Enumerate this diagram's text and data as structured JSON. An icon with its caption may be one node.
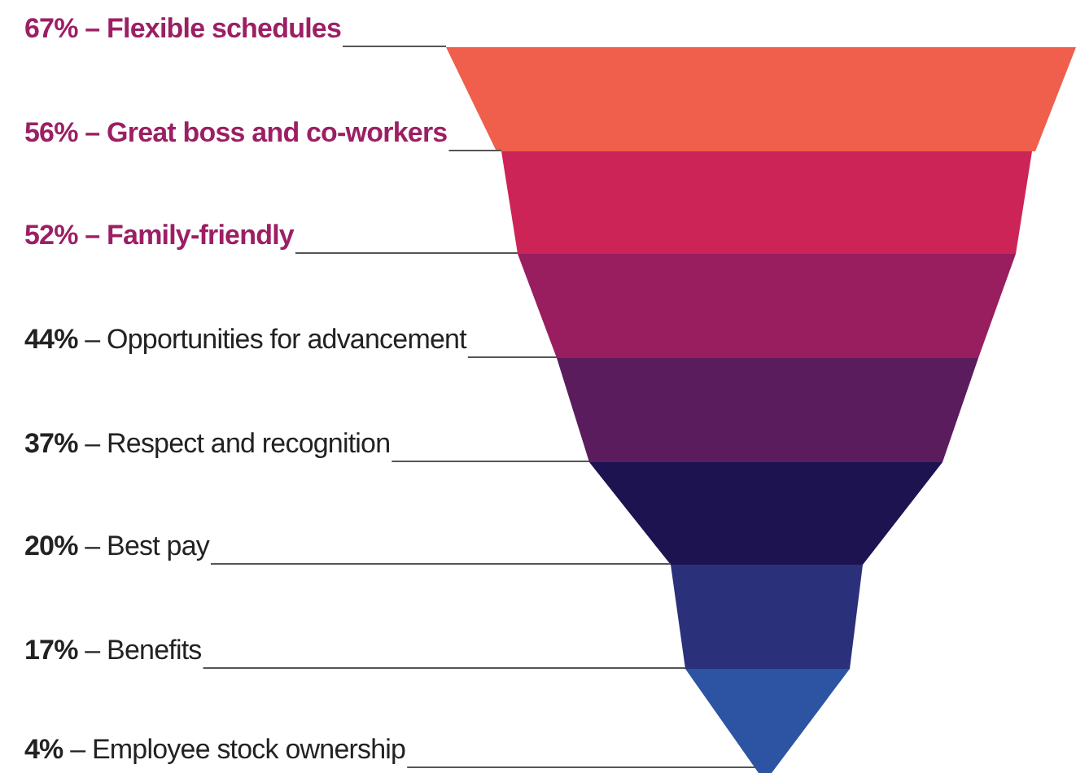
{
  "diagram": {
    "nodes": [
      {
        "text": [
          "67% – Flexible schedules"
        ]
      },
      {
        "text": [],
        "shape": "band"
      },
      {
        "text": [
          "56% – Great boss and co-workers"
        ]
      },
      {
        "text": [],
        "shape": "band"
      },
      {
        "text": [
          "52% – Family-friendly"
        ]
      },
      {
        "text": [],
        "shape": "band"
      },
      {
        "text": [
          "**44%** – Opportunities for advancement"
        ]
      },
      {
        "text": [],
        "shape": "band"
      },
      {
        "text": [
          "**37%** – Respect and recognition"
        ]
      },
      {
        "text": [],
        "shape": "band"
      },
      {
        "text": [
          "**20%** – Best pay"
        ]
      },
      {
        "text": [],
        "shape": "band"
      },
      {
        "text": [
          "**17%** – Benefits"
        ]
      },
      {
        "text": [],
        "shape": "band"
      },
      {
        "text": [
          "**4%** – Employee stock ownership"
        ]
      }
    ],
    "edges": [
      {
        "from": 0,
        "to": 1,
        "arrow": "none"
      },
      {
        "from": 2,
        "to": 3,
        "arrow": "none"
      },
      {
        "from": 4,
        "to": 5,
        "arrow": "none"
      },
      {
        "from": 6,
        "to": 7,
        "arrow": "none"
      },
      {
        "from": 8,
        "to": 9,
        "arrow": "none"
      },
      {
        "from": 10,
        "to": 11,
        "arrow": "none"
      },
      {
        "from": 12,
        "to": 13,
        "arrow": "none"
      },
      {
        "from": 14,
        "to": 13,
        "arrow": "none"
      }
    ]
  }
}
